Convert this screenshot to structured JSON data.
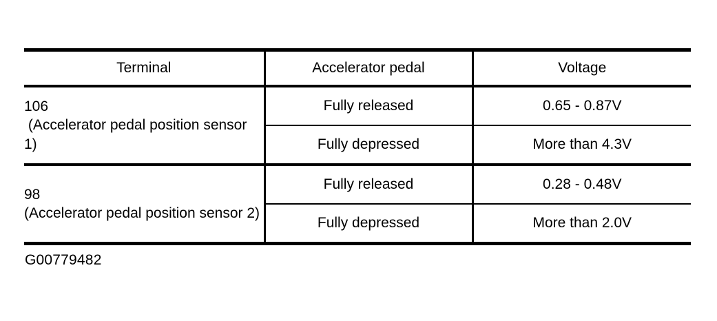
{
  "document": {
    "type": "service-manual-spec-table",
    "background_color": "#ffffff",
    "text_color": "#000000",
    "figure_code": "G00779482"
  },
  "table": {
    "headers": [
      {
        "label": "Terminal",
        "align": "center"
      },
      {
        "label": "Accelerator pedal",
        "align": "center"
      },
      {
        "label": "Voltage",
        "align": "center"
      }
    ],
    "groups": [
      {
        "terminal_number": "106",
        "terminal_description": " (Accelerator pedal position sensor 1)",
        "rows": [
          {
            "accelerator_pedal": "Fully released",
            "voltage": "0.65 - 0.87V"
          },
          {
            "accelerator_pedal": "Fully depressed",
            "voltage": "More than 4.3V"
          }
        ]
      },
      {
        "terminal_number": "98",
        "terminal_description": "(Accelerator pedal position sensor 2)",
        "rows": [
          {
            "accelerator_pedal": "Fully released",
            "voltage": "0.28 - 0.48V"
          },
          {
            "accelerator_pedal": "Fully depressed",
            "voltage": "More than 2.0V"
          }
        ]
      }
    ]
  }
}
